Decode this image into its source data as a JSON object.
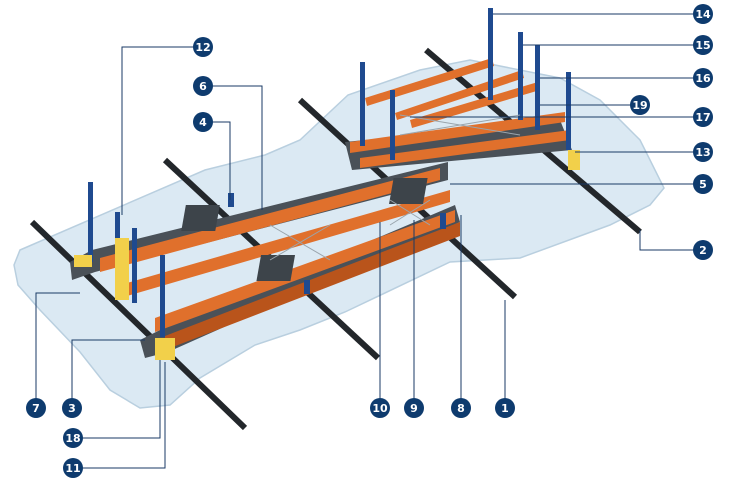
{
  "colors": {
    "floor": "#dbe9f3",
    "floor_edge": "#b9cfdf",
    "rail": "#23272b",
    "beam": "#e0702c",
    "beam_dark": "#b9541b",
    "upright": "#1f4a8f",
    "base": "#4a5158",
    "bumper": "#f2d04a",
    "brace": "#9aa5ad",
    "callout_fill": "#0e3b6e",
    "leader": "#1a3a66"
  },
  "callouts": {
    "c1": "1",
    "c2": "2",
    "c3": "3",
    "c4": "4",
    "c5": "5",
    "c6": "6",
    "c7": "7",
    "c8": "8",
    "c9": "9",
    "c10": "10",
    "c11": "11",
    "c12": "12",
    "c13": "13",
    "c14": "14",
    "c15": "15",
    "c16": "16",
    "c17": "17",
    "c18": "18",
    "c19": "19"
  }
}
